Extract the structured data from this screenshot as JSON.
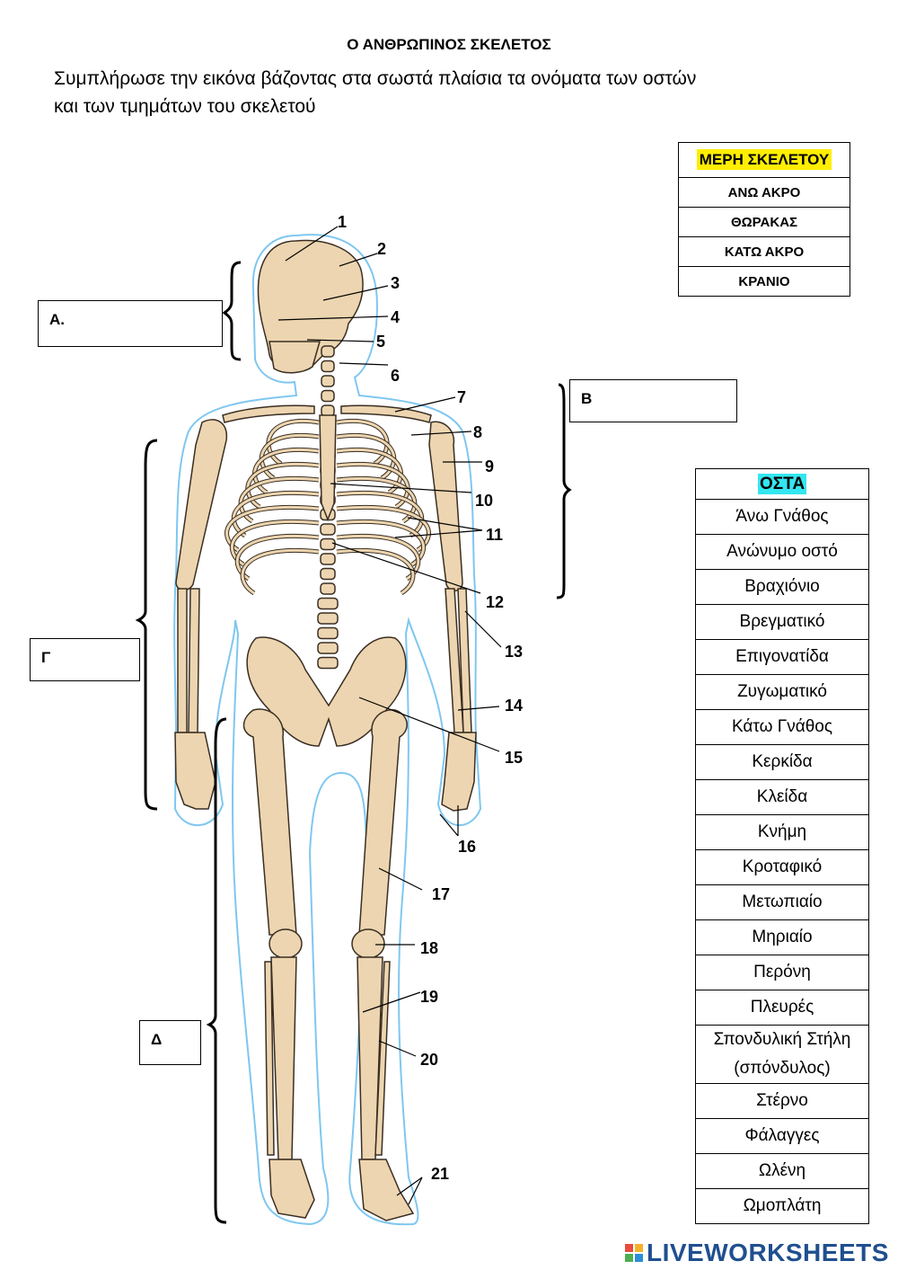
{
  "title": "Ο ΑΝΘΡΩΠΙΝΟΣ ΣΚΕΛΕΤΟΣ",
  "instructions": [
    "Συμπλήρωσε την εικόνα βάζοντας στα σωστά πλαίσια  τα ονόματα των οστών",
    "και των τμημάτων του σκελετού"
  ],
  "answer_boxes": [
    "Α.",
    "Β",
    "Γ",
    "Δ"
  ],
  "number_labels": [
    "1",
    "2",
    "3",
    "4",
    "5",
    "6",
    "7",
    "8",
    "9",
    "10",
    "11",
    "12",
    "13",
    "14",
    "15",
    "16",
    "17",
    "18",
    "19",
    "20",
    "21"
  ],
  "parts_table": {
    "header": "ΜΕΡΗ ΣΚΕΛΕΤΟΥ",
    "items": [
      "ΑΝΩ ΑΚΡΟ",
      "ΘΩΡΑΚΑΣ",
      "ΚΑΤΩ ΑΚΡΟ",
      "ΚΡΑΝΙΟ"
    ],
    "header_highlight": "#ffee00"
  },
  "bones_table": {
    "header": "ΟΣΤΑ",
    "items": [
      "Άνω Γνάθος",
      "Ανώνυμο οστό",
      "Βραχιόνιο",
      "Βρεγματικό",
      "Επιγονατίδα",
      "Ζυγωματικό",
      "Κάτω Γνάθος",
      "Κερκίδα",
      "Κλείδα",
      "Κνήμη",
      "Κροταφικό",
      "Μετωπιαίο",
      "Μηριαίο",
      "Περόνη",
      "Πλευρές",
      "Σπονδυλική Στήλη (σπόνδυλος)",
      "Στέρνο",
      "Φάλαγγες",
      "Ωλένη",
      "Ωμοπλάτη"
    ],
    "header_highlight": "#33e6f0"
  },
  "colors": {
    "bone": "#ecd5b0",
    "outline": "#7fc7f0",
    "bone_stroke": "#3a2e22"
  },
  "logo": "LIVEWORKSHEETS"
}
